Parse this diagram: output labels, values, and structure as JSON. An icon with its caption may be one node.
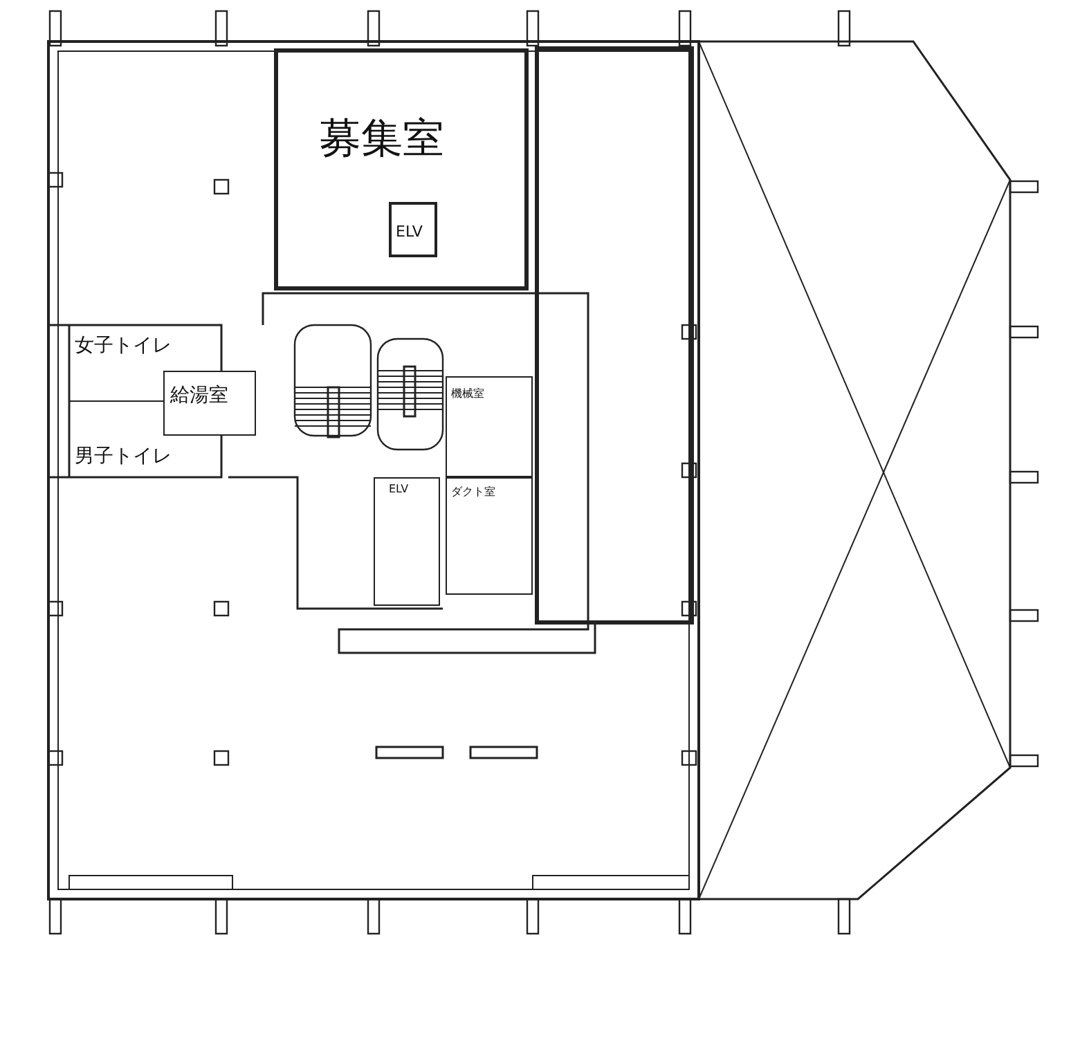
{
  "diagram": {
    "nodes": [
      {
        "text": [
          "募集室"
        ]
      },
      {
        "text": [
          "ELV"
        ],
        "in": 0
      },
      {
        "text": [
          "女子トイレ"
        ]
      },
      {
        "text": [
          "給湯室"
        ]
      },
      {
        "text": [
          "男子トイレ"
        ]
      },
      {
        "text": [
          "機械室"
        ]
      },
      {
        "text": [
          "ELV"
        ]
      },
      {
        "text": [
          "ダクト室"
        ]
      }
    ],
    "edges": []
  }
}
